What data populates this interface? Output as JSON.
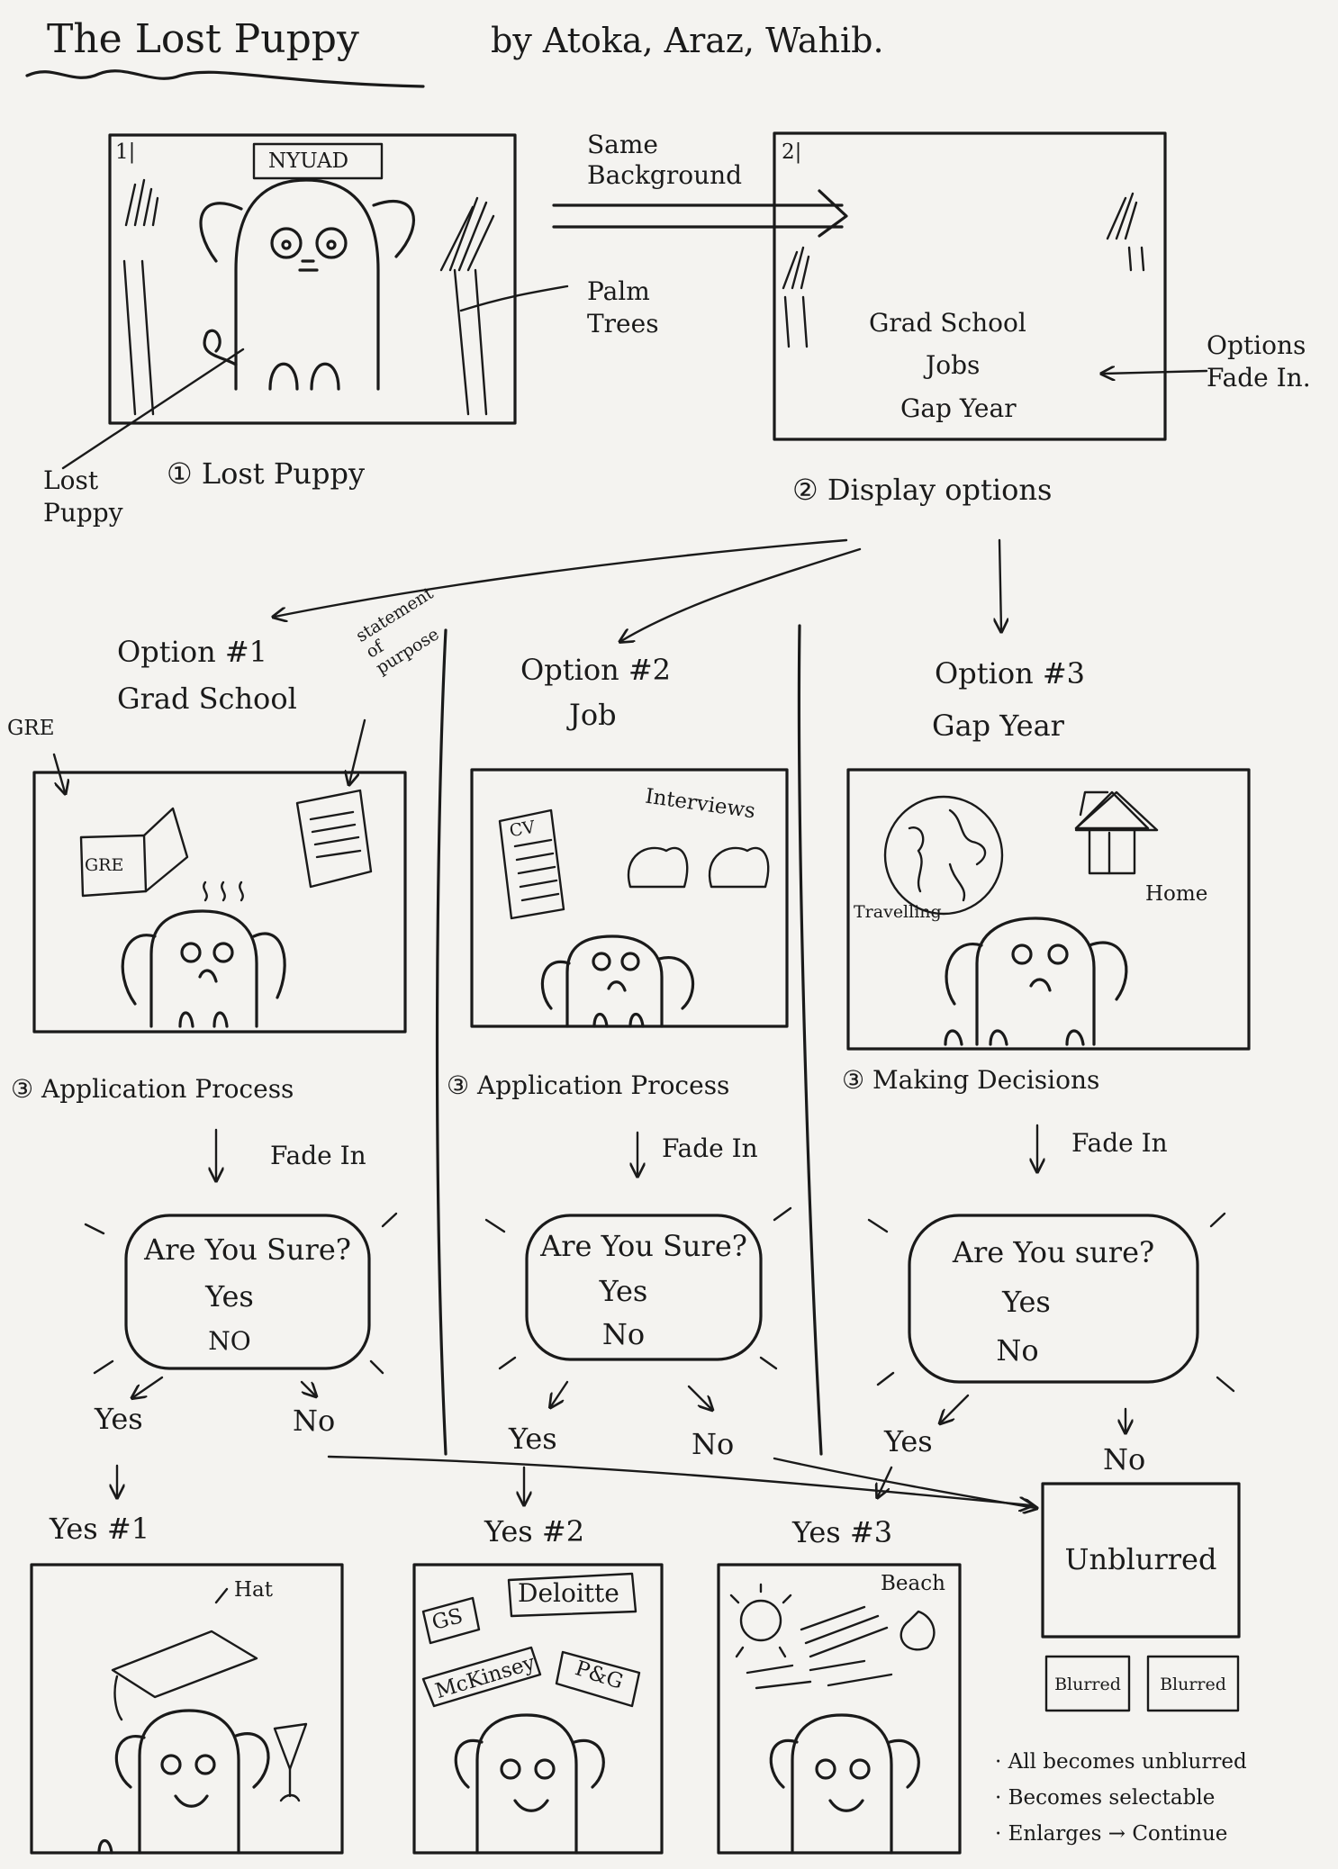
{
  "title": "The Lost Puppy",
  "authors": "by Atoka, Araz, Wahib.",
  "panel1": {
    "number": "1|",
    "sign": "NYUAD",
    "caption": "① Lost Puppy",
    "callout_lost_puppy": "Lost Puppy",
    "callout_palm_trees": "Palm Trees"
  },
  "transition": {
    "same_background": "Same Background"
  },
  "panel2": {
    "number": "2|",
    "options": [
      "Grad School",
      "Jobs",
      "Gap Year"
    ],
    "callout_fade": "Options Fade In.",
    "caption": "② Display options"
  },
  "branches": [
    {
      "heading": "Option #1",
      "subheading": "Grad School",
      "labels": {
        "gre_arrow": "GRE",
        "gre_book": "GRE",
        "statement": "statement of purpose"
      },
      "step": "③ Application Process",
      "fade": "Fade In",
      "dialog": {
        "question": "Are You Sure?",
        "yes": "Yes",
        "no": "NO"
      },
      "yes": "Yes",
      "no": "No",
      "result": "Yes #1",
      "result_note": "Hat"
    },
    {
      "heading": "Option #2",
      "subheading": "Job",
      "labels": {
        "cv": "CV",
        "interviews": "Interviews"
      },
      "step": "③ Application Process",
      "fade": "Fade In",
      "dialog": {
        "question": "Are You Sure?",
        "yes": "Yes",
        "no": "No"
      },
      "yes": "Yes",
      "no": "No",
      "result": "Yes #2",
      "result_logos": [
        "GS",
        "Deloitte",
        "McKinsey",
        "P&G"
      ]
    },
    {
      "heading": "Option #3",
      "subheading": "Gap Year",
      "labels": {
        "travelling": "Travelling",
        "home": "Home"
      },
      "step": "③ Making Decisions",
      "fade": "Fade In",
      "dialog": {
        "question": "Are You sure?",
        "yes": "Yes",
        "no": "No"
      },
      "yes": "Yes",
      "no": "No",
      "result": "Yes #3",
      "result_note": "Beach"
    }
  ],
  "final": {
    "main": "Unblurred",
    "small": [
      "Blurred",
      "Blurred"
    ],
    "notes": [
      "· All becomes unblurred",
      "· Becomes selectable",
      "· Enlarges → Continue"
    ]
  }
}
